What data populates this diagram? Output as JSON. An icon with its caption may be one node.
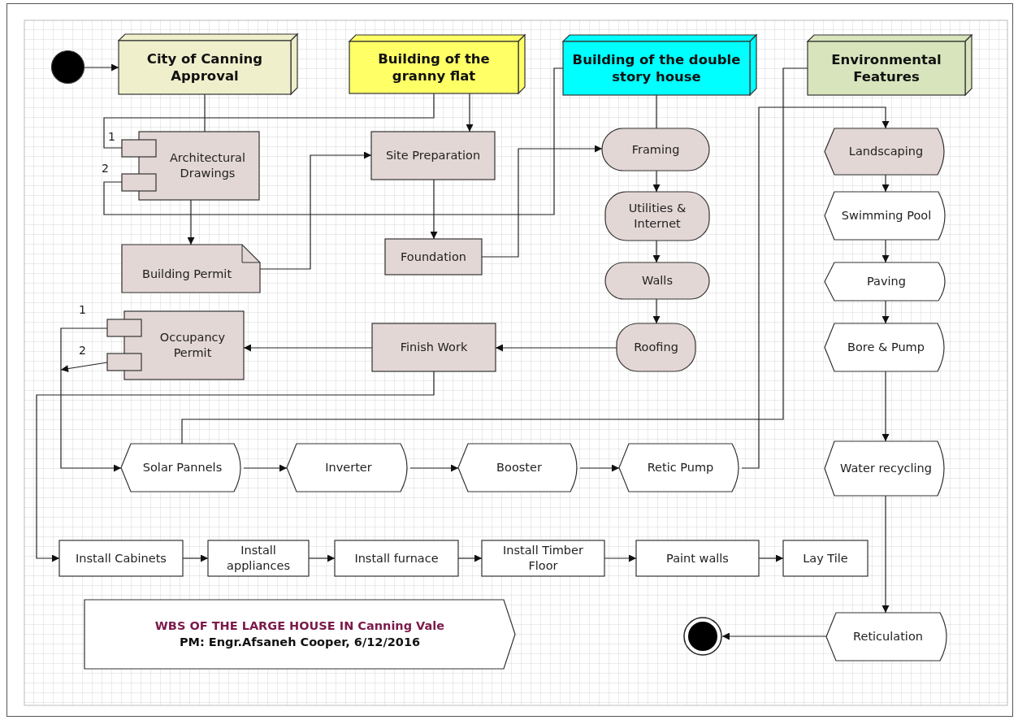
{
  "diagram": {
    "nodes": [
      {
        "text": [],
        "shape": "circle"
      },
      {
        "text": [
          "City of Canning Approval"
        ]
      },
      {
        "text": [
          "Building of the granny flat"
        ]
      },
      {
        "text": [
          "Building of the double story house"
        ]
      },
      {
        "text": [
          "Environmental Features"
        ]
      },
      {
        "text": [
          "Architectural Drawings"
        ]
      },
      {
        "text": [
          "Building Permit"
        ]
      },
      {
        "text": [
          "Site Preparation"
        ]
      },
      {
        "text": [
          "Foundation"
        ]
      },
      {
        "text": [
          "Framing"
        ]
      },
      {
        "text": [
          "Utilities & Internet"
        ]
      },
      {
        "text": [
          "Walls"
        ]
      },
      {
        "text": [
          "Roofing"
        ]
      },
      {
        "text": [
          "Finish Work"
        ]
      },
      {
        "text": [
          "Occupancy Permit"
        ]
      },
      {
        "text": [
          "Landscaping"
        ]
      },
      {
        "text": [
          "Swimming Pool"
        ]
      },
      {
        "text": [
          "Paving"
        ]
      },
      {
        "text": [
          "Bore & Pump"
        ]
      },
      {
        "text": [
          "Water recycling"
        ]
      },
      {
        "text": [
          "Solar Pannels"
        ]
      },
      {
        "text": [
          "Inverter"
        ]
      },
      {
        "text": [
          "Booster"
        ]
      },
      {
        "text": [
          "Retic Pump"
        ]
      },
      {
        "text": [
          "Install Cabinets"
        ]
      },
      {
        "text": [
          "Install appliances"
        ]
      },
      {
        "text": [
          "Install furnace"
        ]
      },
      {
        "text": [
          "Install Timber Floor"
        ]
      },
      {
        "text": [
          "Paint walls"
        ]
      },
      {
        "text": [
          "Lay Tile"
        ]
      },
      {
        "text": [
          "Reticulation"
        ]
      },
      {
        "text": [],
        "shape": "circle"
      },
      {
        "text": [
          "WBS OF THE LARGE HOUSE IN Canning Vale",
          "PM: Engr.Afsaneh Cooper, 6/12/2016"
        ]
      }
    ],
    "edges": [
      {
        "from": 0,
        "to": 1,
        "arrow": "to"
      },
      {
        "from": 1,
        "to": 5,
        "arrow": "none"
      },
      {
        "from": 2,
        "to": 5,
        "arrow": "none"
      },
      {
        "from": 2,
        "to": 7,
        "arrow": "to"
      },
      {
        "from": 5,
        "to": 6,
        "arrow": "to"
      },
      {
        "from": 6,
        "to": 7,
        "arrow": "to"
      },
      {
        "from": 7,
        "to": 8,
        "arrow": "to"
      },
      {
        "from": 3,
        "to": 5,
        "arrow": "none"
      },
      {
        "from": 8,
        "to": 9,
        "arrow": "to"
      },
      {
        "from": 3,
        "to": 9,
        "arrow": "none"
      },
      {
        "from": 9,
        "to": 10,
        "arrow": "to"
      },
      {
        "from": 10,
        "to": 11,
        "arrow": "to"
      },
      {
        "from": 11,
        "to": 12,
        "arrow": "to"
      },
      {
        "from": 12,
        "to": 13,
        "arrow": "to"
      },
      {
        "from": 13,
        "to": 14,
        "arrow": "to"
      },
      {
        "from": 14,
        "to": 20,
        "arrow": "to"
      },
      {
        "from": 14,
        "to": null,
        "arrow": "to"
      },
      {
        "from": 13,
        "to": 24,
        "arrow": "to"
      },
      {
        "from": 4,
        "to": 20,
        "arrow": "none"
      },
      {
        "from": 23,
        "to": 15,
        "arrow": "to"
      },
      {
        "from": 15,
        "to": 16,
        "arrow": "to"
      },
      {
        "from": 16,
        "to": 17,
        "arrow": "to"
      },
      {
        "from": 17,
        "to": 18,
        "arrow": "to"
      },
      {
        "from": 18,
        "to": 19,
        "arrow": "to"
      },
      {
        "from": 19,
        "to": 30,
        "arrow": "to"
      },
      {
        "from": 30,
        "to": 31,
        "arrow": "to"
      },
      {
        "from": 20,
        "to": 21,
        "arrow": "to"
      },
      {
        "from": 21,
        "to": 22,
        "arrow": "to"
      },
      {
        "from": 22,
        "to": 23,
        "arrow": "to"
      },
      {
        "from": 24,
        "to": 25,
        "arrow": "to"
      },
      {
        "from": 25,
        "to": 26,
        "arrow": "to"
      },
      {
        "from": 26,
        "to": 27,
        "arrow": "to"
      },
      {
        "from": 27,
        "to": 28,
        "arrow": "to"
      },
      {
        "from": 28,
        "to": 29,
        "arrow": "to"
      }
    ],
    "labels": [
      "1",
      "2",
      "1",
      "2"
    ]
  }
}
